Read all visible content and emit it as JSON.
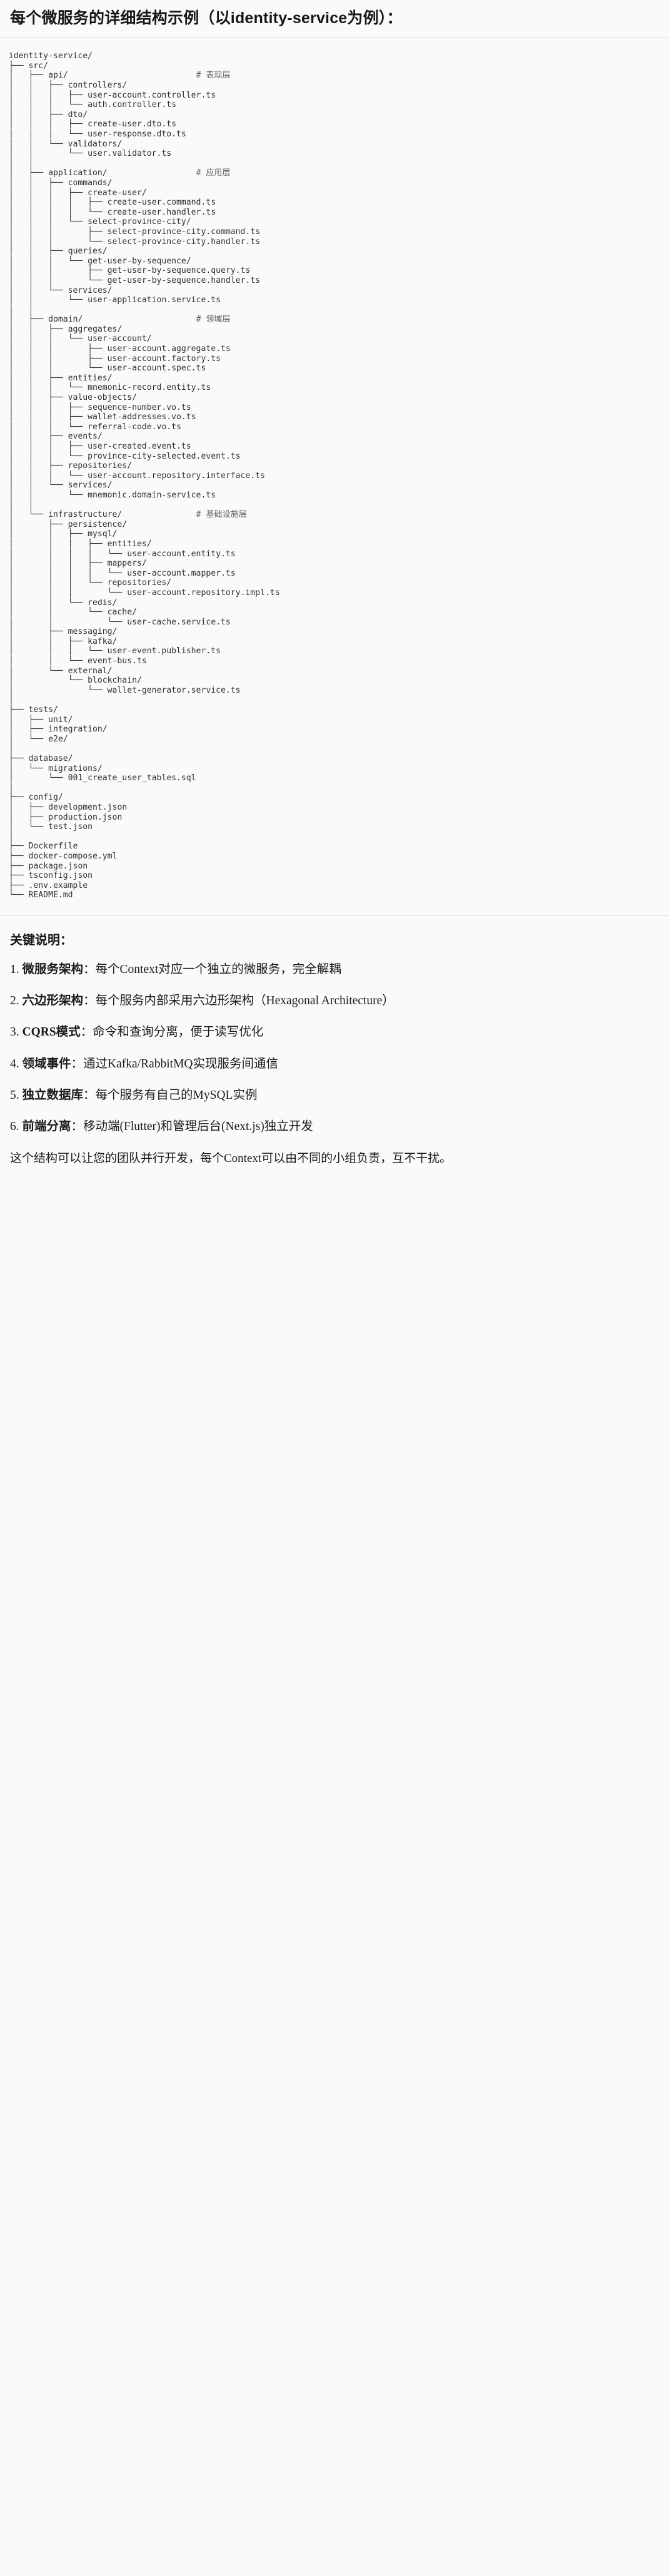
{
  "header": {
    "title": "每个微服务的详细结构示例（以identity-service为例）："
  },
  "tree": {
    "root_label": "identity-service/",
    "lines": [
      "identity-service/",
      "├── src/",
      "│   ├── api/                          # 表现层",
      "│   │   ├── controllers/",
      "│   │   │   ├── user-account.controller.ts",
      "│   │   │   └── auth.controller.ts",
      "│   │   ├── dto/",
      "│   │   │   ├── create-user.dto.ts",
      "│   │   │   └── user-response.dto.ts",
      "│   │   └── validators/",
      "│   │       └── user.validator.ts",
      "│   │",
      "│   ├── application/                  # 应用层",
      "│   │   ├── commands/",
      "│   │   │   ├── create-user/",
      "│   │   │   │   ├── create-user.command.ts",
      "│   │   │   │   └── create-user.handler.ts",
      "│   │   │   └── select-province-city/",
      "│   │   │       ├── select-province-city.command.ts",
      "│   │   │       └── select-province-city.handler.ts",
      "│   │   ├── queries/",
      "│   │   │   └── get-user-by-sequence/",
      "│   │   │       ├── get-user-by-sequence.query.ts",
      "│   │   │       └── get-user-by-sequence.handler.ts",
      "│   │   └── services/",
      "│   │       └── user-application.service.ts",
      "│   │",
      "│   ├── domain/                       # 领域层",
      "│   │   ├── aggregates/",
      "│   │   │   └── user-account/",
      "│   │   │       ├── user-account.aggregate.ts",
      "│   │   │       ├── user-account.factory.ts",
      "│   │   │       └── user-account.spec.ts",
      "│   │   ├── entities/",
      "│   │   │   └── mnemonic-record.entity.ts",
      "│   │   ├── value-objects/",
      "│   │   │   ├── sequence-number.vo.ts",
      "│   │   │   ├── wallet-addresses.vo.ts",
      "│   │   │   └── referral-code.vo.ts",
      "│   │   ├── events/",
      "│   │   │   ├── user-created.event.ts",
      "│   │   │   └── province-city-selected.event.ts",
      "│   │   ├── repositories/",
      "│   │   │   └── user-account.repository.interface.ts",
      "│   │   └── services/",
      "│   │       └── mnemonic.domain-service.ts",
      "│   │",
      "│   └── infrastructure/               # 基础设施层",
      "│       ├── persistence/",
      "│       │   ├── mysql/",
      "│       │   │   ├── entities/",
      "│       │   │   │   └── user-account.entity.ts",
      "│       │   │   ├── mappers/",
      "│       │   │   │   └── user-account.mapper.ts",
      "│       │   │   └── repositories/",
      "│       │   │       └── user-account.repository.impl.ts",
      "│       │   └── redis/",
      "│       │       └── cache/",
      "│       │           └── user-cache.service.ts",
      "│       ├── messaging/",
      "│       │   ├── kafka/",
      "│       │   │   └── user-event.publisher.ts",
      "│       │   └── event-bus.ts",
      "│       └── external/",
      "│           └── blockchain/",
      "│               └── wallet-generator.service.ts",
      "│",
      "├── tests/",
      "│   ├── unit/",
      "│   ├── integration/",
      "│   └── e2e/",
      "│",
      "├── database/",
      "│   └── migrations/",
      "│       └── 001_create_user_tables.sql",
      "│",
      "├── config/",
      "│   ├── development.json",
      "│   ├── production.json",
      "│   └── test.json",
      "│",
      "├── Dockerfile",
      "├── docker-compose.yml",
      "├── package.json",
      "├── tsconfig.json",
      "├── .env.example",
      "└── README.md"
    ],
    "layer_comments": [
      {
        "label": "# 表现层",
        "target": "api/"
      },
      {
        "label": "# 应用层",
        "target": "application/"
      },
      {
        "label": "# 领域层",
        "target": "domain/"
      },
      {
        "label": "# 基础设施层",
        "target": "infrastructure/"
      }
    ]
  },
  "notes": {
    "heading": "关键说明：",
    "items": [
      {
        "term": "微服务架构",
        "sep": "：",
        "desc": "每个Context对应一个独立的微服务，完全解耦"
      },
      {
        "term": "六边形架构",
        "sep": "：",
        "desc": "每个服务内部采用六边形架构（Hexagonal Architecture）"
      },
      {
        "term": "CQRS模式",
        "sep": "：",
        "desc": "命令和查询分离，便于读写优化"
      },
      {
        "term": "领域事件",
        "sep": "：",
        "desc": "通过Kafka/RabbitMQ实现服务间通信"
      },
      {
        "term": "独立数据库",
        "sep": "：",
        "desc": "每个服务有自己的MySQL实例"
      },
      {
        "term": "前端分离",
        "sep": "：",
        "desc": "移动端(Flutter)和管理后台(Next.js)独立开发"
      }
    ],
    "closing": "这个结构可以让您的团队并行开发，每个Context可以由不同的小组负责，互不干扰。"
  },
  "colors": {
    "background": "#fbfaf8",
    "text": "#1b1b1b",
    "code_text": "#2d3237",
    "comment_text": "#5b6066",
    "rule": "#e2e0dc"
  }
}
